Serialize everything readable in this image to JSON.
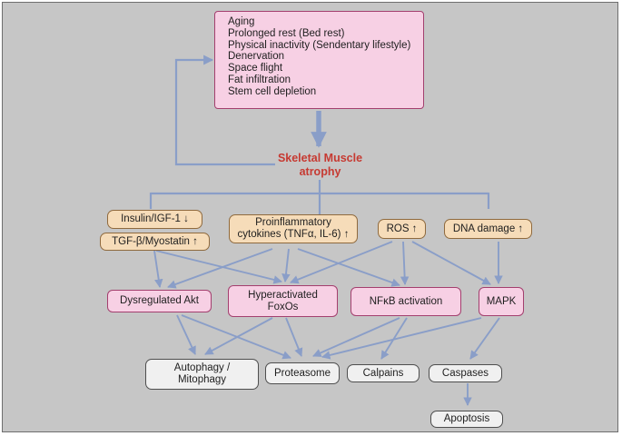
{
  "causes": [
    "Aging",
    "Prolonged rest (Bed rest)",
    "Physical inactivity (Sendentary lifestyle)",
    "Denervation",
    "Space flight",
    "Fat infiltration",
    "Stem cell depletion"
  ],
  "title": {
    "line1": "Skeletal Muscle",
    "line2": "atrophy"
  },
  "triggers": {
    "insulin": "Insulin/IGF-1 ↓",
    "tgf": "TGF-β/Myostatin ↑",
    "cytokines_line1": "Proinflammatory",
    "cytokines_line2": "cytokines (TNFα, IL-6) ↑",
    "ros": "ROS ↑",
    "dna": "DNA damage ↑"
  },
  "pathways": {
    "akt": "Dysregulated Akt",
    "foxo_line1": "Hyperactivated",
    "foxo_line2": "FoxOs",
    "nfkb": "NFκB activation",
    "mapk": "MAPK"
  },
  "outcomes": {
    "autophagy_line1": "Autophagy /",
    "autophagy_line2": "Mitophagy",
    "proteasome": "Proteasome",
    "calpains": "Calpains",
    "caspases": "Caspases",
    "apoptosis": "Apoptosis"
  },
  "colors": {
    "arrow": "#8a9ec8",
    "title": "#c63a32",
    "cause_fill": "#f7d0e4",
    "trigger_fill": "#f6dcb9",
    "outcome_fill": "#f0f0f0",
    "background": "#c6c6c6"
  }
}
